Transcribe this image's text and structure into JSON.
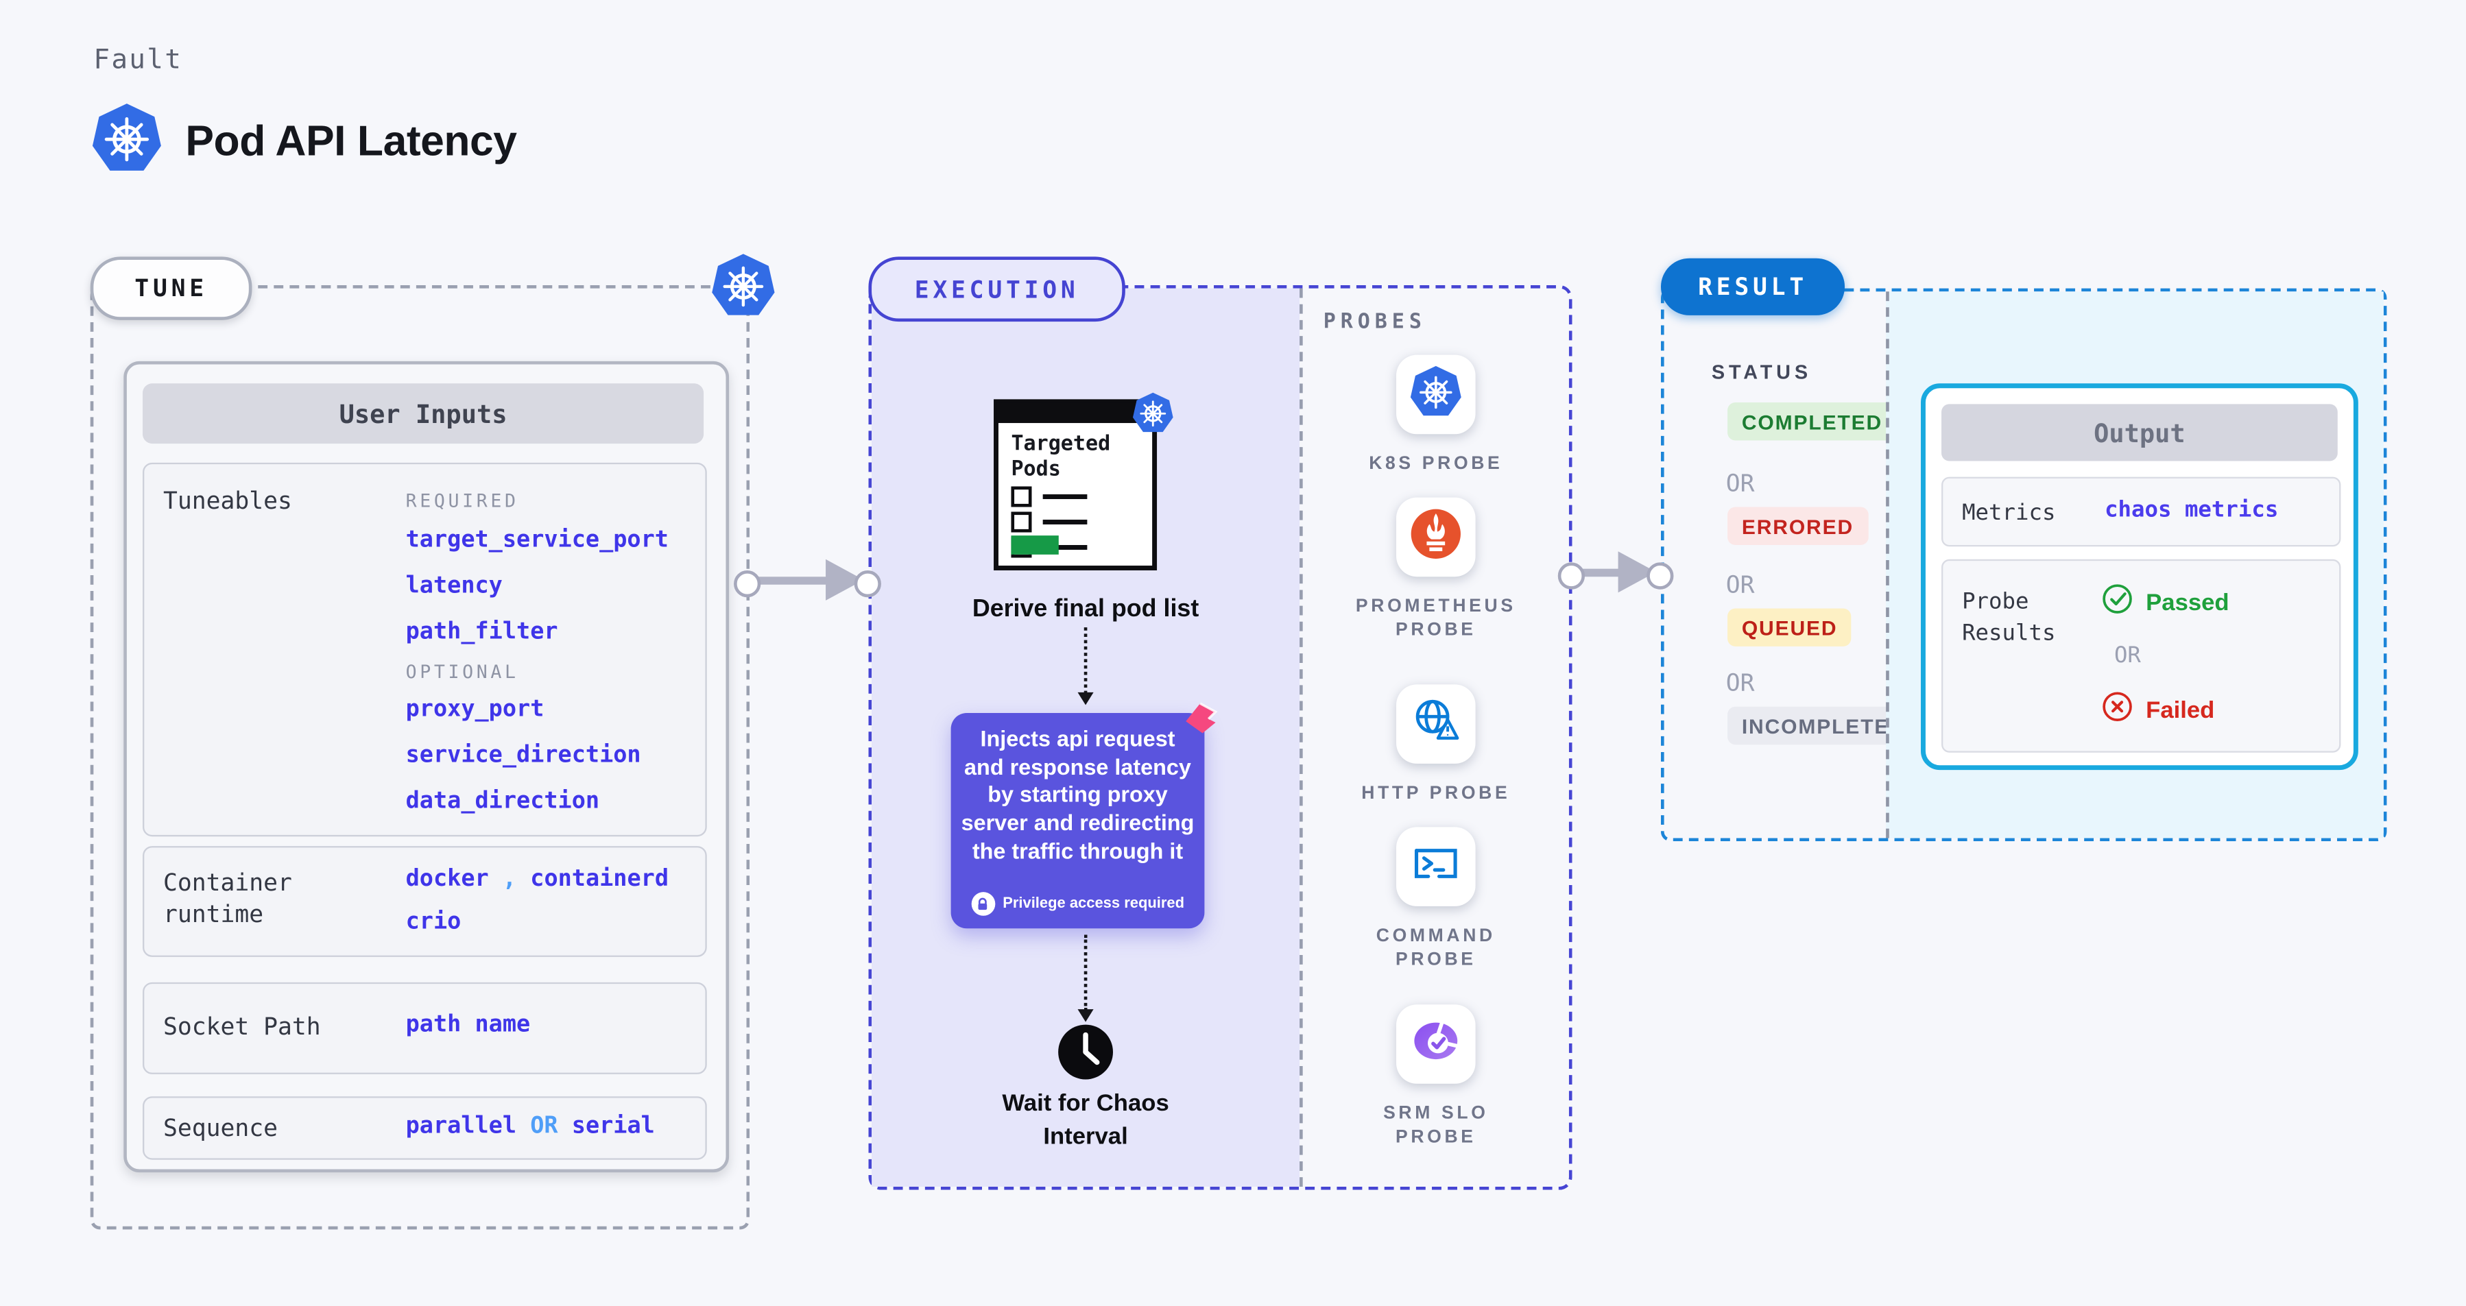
{
  "header": {
    "fault_label": "Fault",
    "title": "Pod API Latency"
  },
  "tune": {
    "label": "TUNE",
    "user_inputs_title": "User Inputs",
    "tuneables_label": "Tuneables",
    "required_label": "REQUIRED",
    "required_items": [
      "target_service_port",
      "latency",
      "path_filter"
    ],
    "optional_label": "OPTIONAL",
    "optional_items": [
      "proxy_port",
      "service_direction",
      "data_direction"
    ],
    "container_runtime_label": "Container runtime",
    "runtime_v1": "docker",
    "runtime_sep": ",",
    "runtime_v2": "containerd",
    "runtime_v3": "crio",
    "socket_label": "Socket Path",
    "socket_value": "path name",
    "sequence_label": "Sequence",
    "seq_v1": "parallel",
    "seq_or": "OR",
    "seq_v2": "serial"
  },
  "execution": {
    "label": "EXECUTION",
    "clipboard_title": "Targeted Pods",
    "derive": "Derive final pod list",
    "inject": "Injects api request and response latency by starting proxy server and redirecting the traffic through it",
    "privilege": "Privilege access required",
    "wait": "Wait for Chaos Interval"
  },
  "probes": {
    "label": "PROBES",
    "items": [
      {
        "name": "K8S PROBE",
        "icon": "kubernetes-icon"
      },
      {
        "name": "PROMETHEUS PROBE",
        "icon": "prometheus-icon"
      },
      {
        "name": "HTTP PROBE",
        "icon": "http-globe-warning-icon"
      },
      {
        "name": "COMMAND PROBE",
        "icon": "terminal-icon"
      },
      {
        "name": "SRM SLO PROBE",
        "icon": "srm-slo-pie-check-icon"
      }
    ]
  },
  "result": {
    "label": "RESULT",
    "status_label": "STATUS",
    "or": "OR",
    "statuses": [
      {
        "text": "COMPLETED",
        "kind": "success"
      },
      {
        "text": "ERRORED",
        "kind": "error"
      },
      {
        "text": "QUEUED",
        "kind": "queued"
      },
      {
        "text": "INCOMPLETED",
        "kind": "neutral"
      }
    ],
    "output_title": "Output",
    "metrics_label": "Metrics",
    "metrics_value": "chaos metrics",
    "probe_results_label": "Probe Results",
    "passed": "Passed",
    "failed": "Failed"
  },
  "colors": {
    "k8s_blue": "#326ce5",
    "execution_indigo": "#4645d3",
    "value_indigo": "#3f35e9",
    "link_blue": "#4f9ef8",
    "result_blue": "#0e73d0",
    "output_cyan": "#19a9df",
    "passed_green": "#1fa03c",
    "failed_red": "#d6281e",
    "prometheus_orange": "#e6522c",
    "inject_purple": "#5a54de",
    "chaos_pink": "#f5487f",
    "targeted_green": "#169a47"
  }
}
